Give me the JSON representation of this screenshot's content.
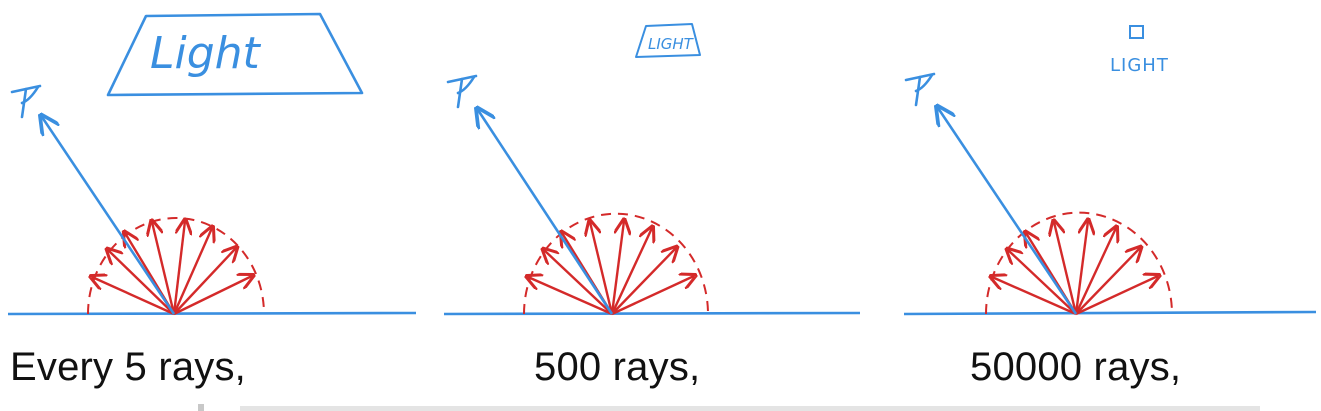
{
  "panels": [
    {
      "caption": "Every 5 rays,",
      "light_label": "Light",
      "light_size": "large"
    },
    {
      "caption": "500 rays,",
      "light_label": "LIGHT",
      "light_size": "medium"
    },
    {
      "caption": "50000 rays,",
      "light_label": "LIGHT",
      "light_size": "small"
    }
  ],
  "colors": {
    "surface": "#3a8fe0",
    "view_ray": "#3a8fe0",
    "light": "#3a8fe0",
    "sample_rays": "#d42a2a",
    "hemisphere": "#d42a2a",
    "text": "#111111"
  },
  "icons": {
    "eye": "eye-icon"
  }
}
